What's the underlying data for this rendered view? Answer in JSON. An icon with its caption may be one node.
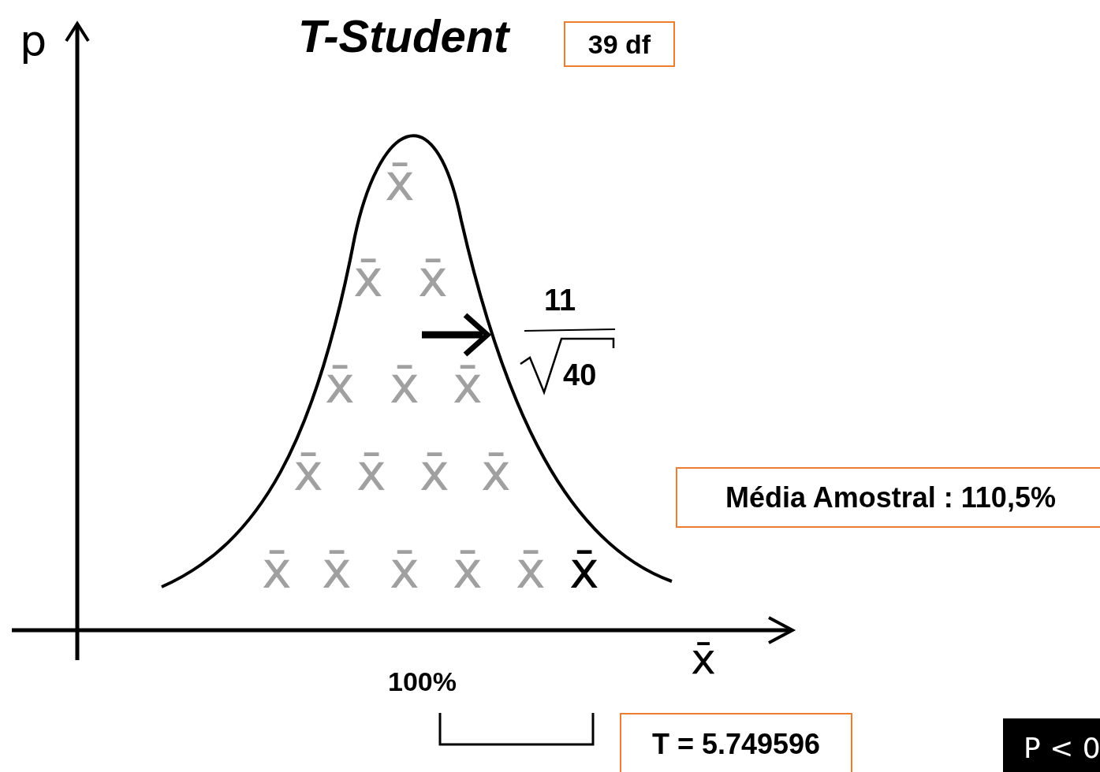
{
  "diagram": {
    "title": "T-Student",
    "nodes": [
      {
        "text": [
          "39 df"
        ]
      },
      {
        "text": [
          "Média Amostral : 110,5%"
        ]
      },
      {
        "text": [
          "T = 5.749596"
        ]
      },
      {
        "text": [
          "P < 0"
        ]
      }
    ],
    "labels": [
      "p",
      "x̄",
      "x̄",
      "x̄",
      "11",
      "40",
      "x̄",
      "x̄",
      "x̄",
      "x̄",
      "x̄",
      "x̄",
      "x̄",
      "x̄",
      "x̄",
      "x̄",
      "x̄",
      "x̄",
      "x̄",
      "x̄",
      "100%"
    ]
  }
}
